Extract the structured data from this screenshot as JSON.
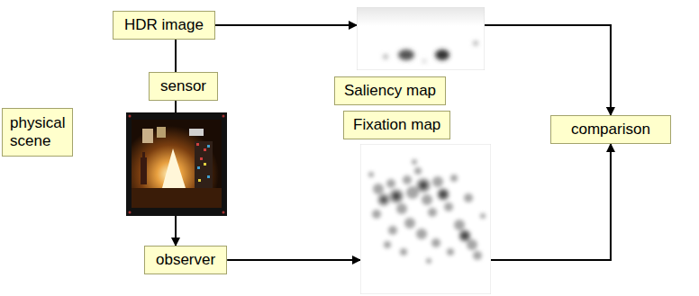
{
  "diagram": {
    "nodes": [
      {
        "text": [
          "HDR image"
        ]
      },
      {
        "text": [
          "sensor"
        ]
      },
      {
        "text": [
          "physical scene"
        ]
      },
      {
        "text": [
          "observer"
        ]
      },
      {
        "text": [
          "Saliency map"
        ]
      },
      {
        "text": [
          "Fixation map"
        ]
      },
      {
        "text": [
          "comparison"
        ]
      }
    ],
    "edges": [
      {
        "from": 0,
        "to": 4,
        "arrow": "to"
      },
      {
        "from": 4,
        "to": 6,
        "arrow": "to"
      },
      {
        "from": 0,
        "to": 1,
        "arrow": "none"
      },
      {
        "from": 1,
        "to": 3,
        "arrow": "to"
      },
      {
        "from": 3,
        "to": 5,
        "arrow": "to"
      },
      {
        "from": 5,
        "to": 6,
        "arrow": "to"
      }
    ]
  }
}
